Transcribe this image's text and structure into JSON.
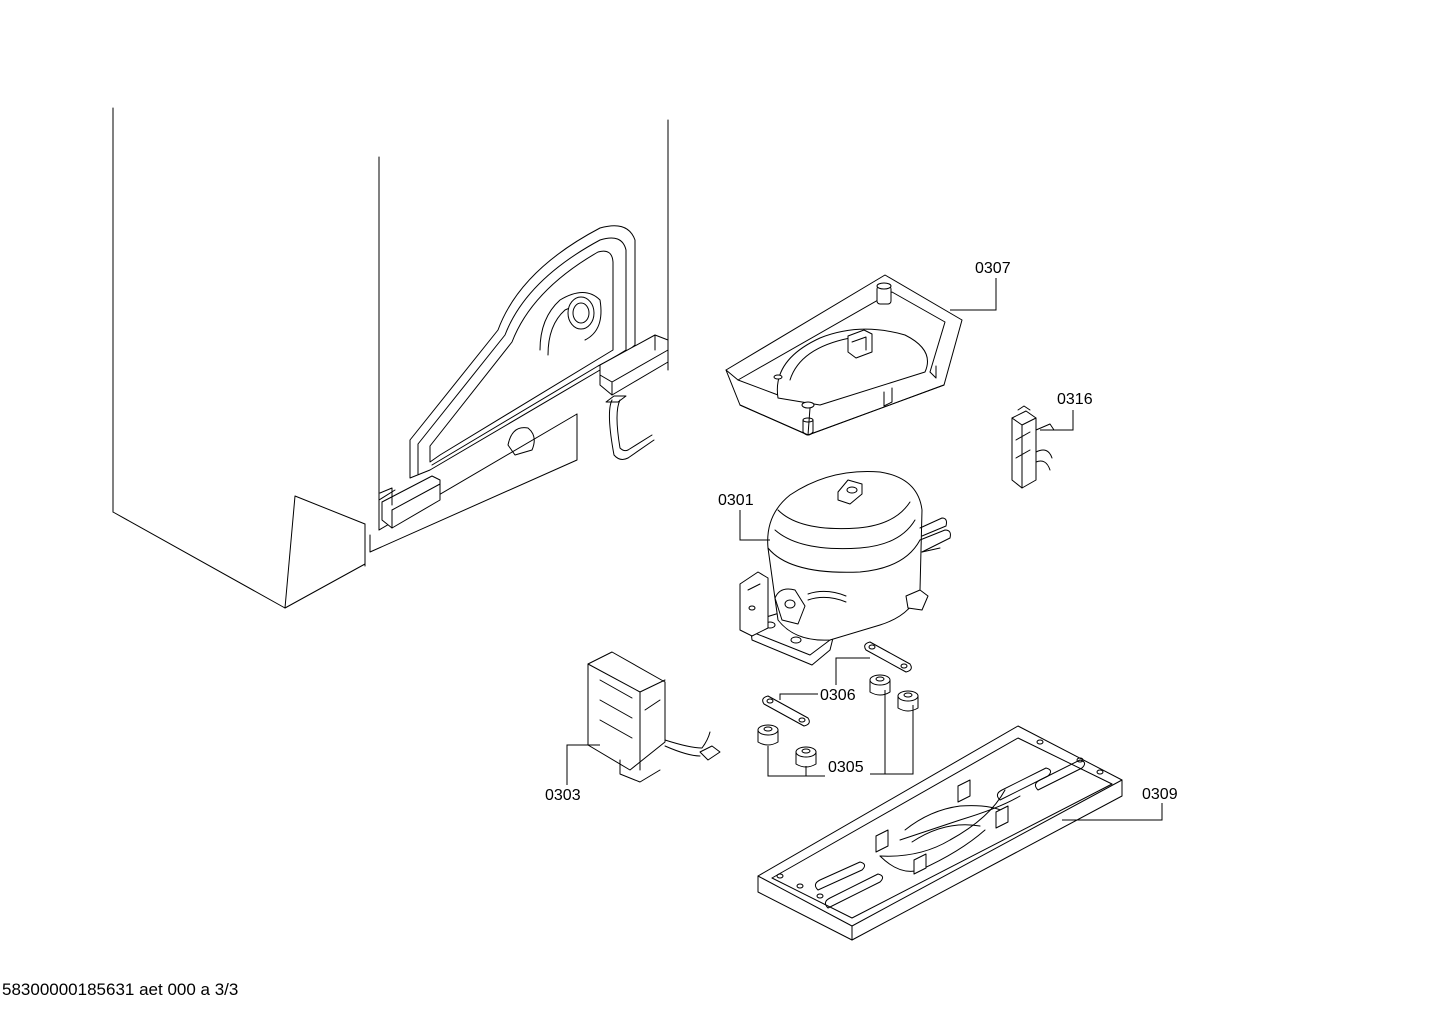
{
  "parts": {
    "p0301": "0301",
    "p0303": "0303",
    "p0305": "0305",
    "p0306": "0306",
    "p0307": "0307",
    "p0309": "0309",
    "p0316": "0316"
  },
  "footer": {
    "document_id": "58300000185631 aet 000 a 3/3"
  }
}
